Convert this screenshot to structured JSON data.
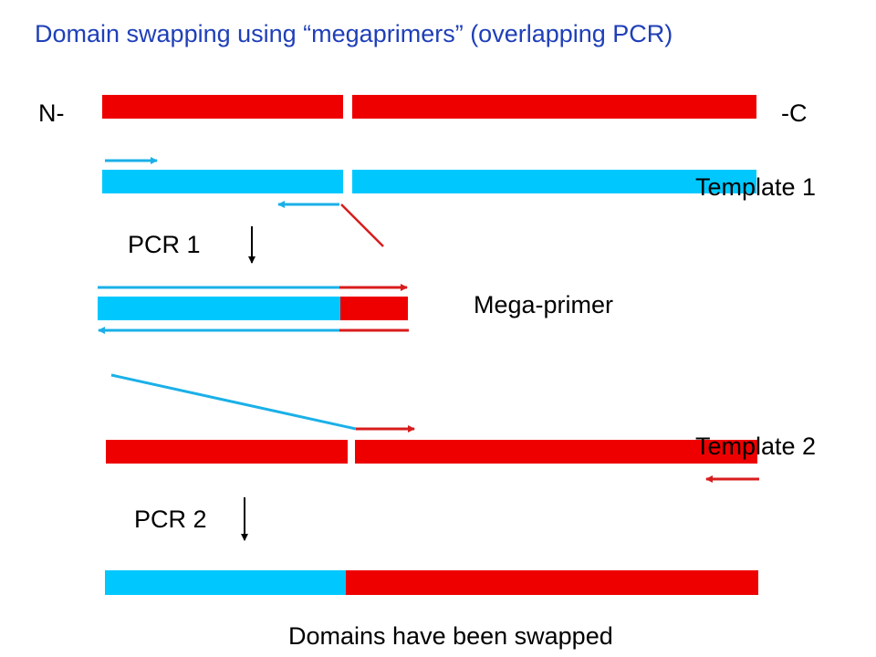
{
  "title": "Domain swapping using “megaprimers” (overlapping PCR)",
  "labels": {
    "n_terminus": "N-",
    "c_terminus": "-C",
    "template1": "Template 1",
    "pcr1": "PCR 1",
    "megaprimer": "Mega-primer",
    "template2": "Template 2",
    "pcr2": "PCR 2",
    "result": "Domains have been swapped"
  },
  "colors": {
    "title": "#1f3fb8",
    "red_domain": "#ee0000",
    "blue_domain": "#00c8ff",
    "red_primer": "#d81c1c",
    "blue_primer": "#1ab0e8",
    "text": "#000000"
  }
}
